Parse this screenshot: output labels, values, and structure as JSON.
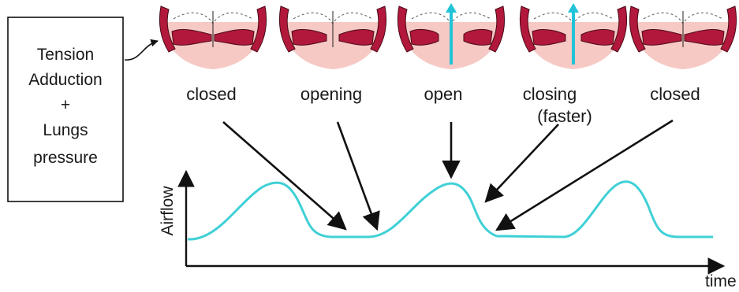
{
  "info_box": {
    "lines": [
      "Tension",
      "Adduction",
      "+",
      "Lungs",
      "pressure"
    ]
  },
  "phases": [
    {
      "label": "closed",
      "state": "closed"
    },
    {
      "label": "opening",
      "state": "opening"
    },
    {
      "label": "open",
      "state": "open"
    },
    {
      "label": "closing",
      "sublabel": "(faster)",
      "state": "closing"
    },
    {
      "label": "closed",
      "state": "closed"
    }
  ],
  "graph": {
    "ylabel": "Airflow",
    "xlabel": "time"
  },
  "colors": {
    "airflow_curve": "#3fd0d6",
    "airflow_arrow": "#22c3d6",
    "vocal_fold_fill": "#b2183c",
    "tissue_fill": "#f6c9c4",
    "arrows": "#111111"
  },
  "icons": [
    "vocal-fold-diagram",
    "airflow-arrow",
    "pointer-arrow"
  ]
}
